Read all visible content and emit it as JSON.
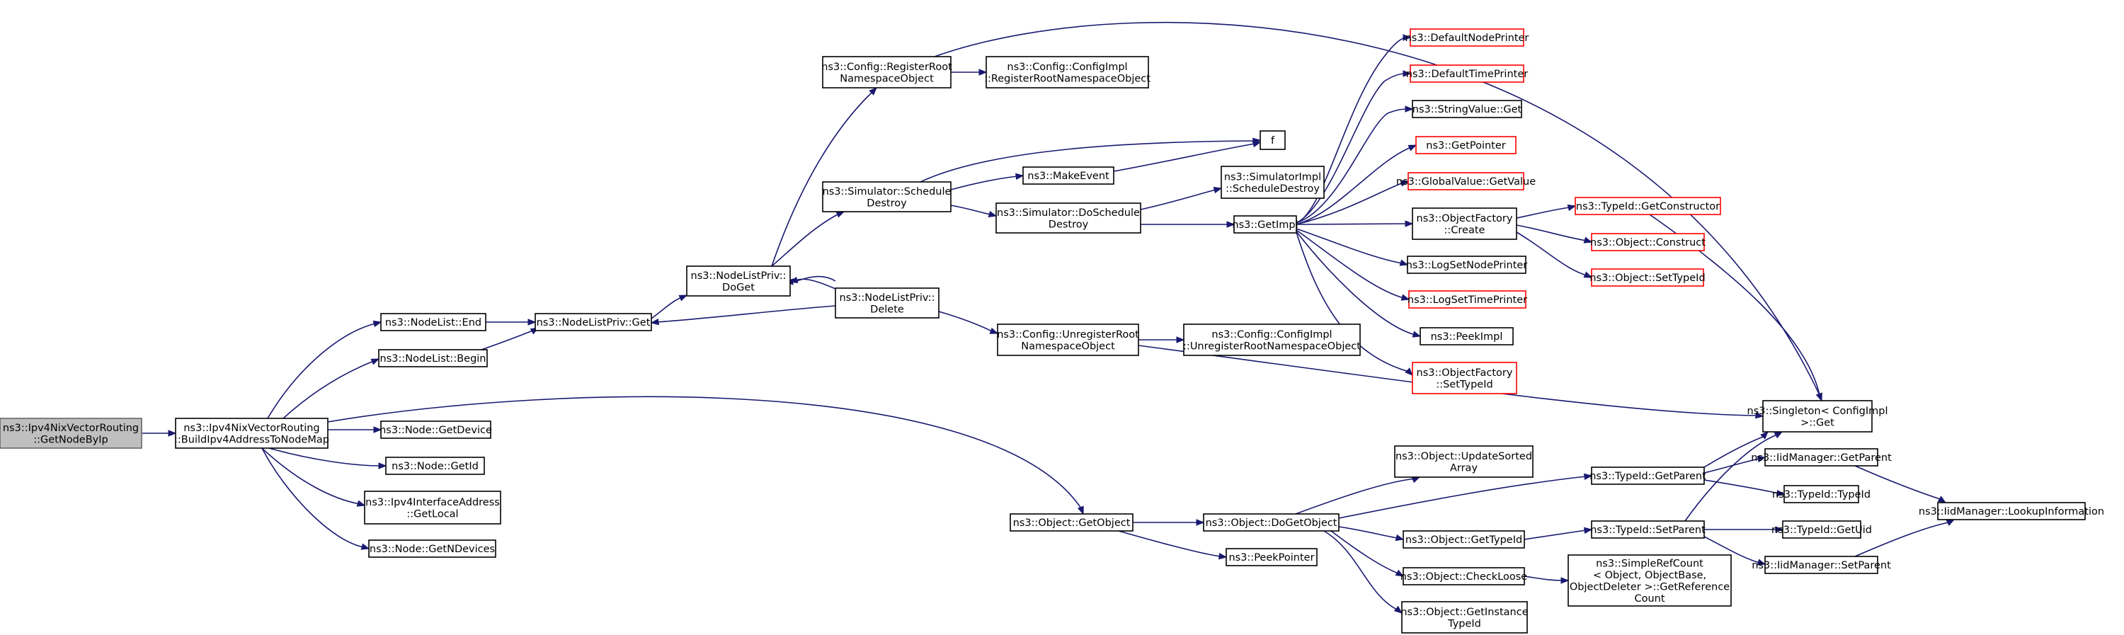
{
  "nodes": [
    {
      "id": "root",
      "lines": [
        "ns3::Ipv4NixVectorRouting",
        "::GetNodeByIp"
      ],
      "style": "root"
    },
    {
      "id": "build",
      "lines": [
        "ns3::Ipv4NixVectorRouting",
        "::BuildIpv4AddressToNodeMap"
      ],
      "style": "normal"
    },
    {
      "id": "nl_end",
      "lines": [
        "ns3::NodeList::End"
      ],
      "style": "normal"
    },
    {
      "id": "nl_begin",
      "lines": [
        "ns3::NodeList::Begin"
      ],
      "style": "normal"
    },
    {
      "id": "node_getdevice",
      "lines": [
        "ns3::Node::GetDevice"
      ],
      "style": "normal"
    },
    {
      "id": "node_getid",
      "lines": [
        "ns3::Node::GetId"
      ],
      "style": "normal"
    },
    {
      "id": "ipv4if_getlocal",
      "lines": [
        "ns3::Ipv4InterfaceAddress",
        "::GetLocal"
      ],
      "style": "normal"
    },
    {
      "id": "node_getndevices",
      "lines": [
        "ns3::Node::GetNDevices"
      ],
      "style": "normal"
    },
    {
      "id": "nlp_get",
      "lines": [
        "ns3::NodeListPriv::Get"
      ],
      "style": "normal"
    },
    {
      "id": "nlp_doget",
      "lines": [
        "ns3::NodeListPriv::",
        "DoGet"
      ],
      "style": "normal"
    },
    {
      "id": "nlp_delete",
      "lines": [
        "ns3::NodeListPriv::",
        "Delete"
      ],
      "style": "normal"
    },
    {
      "id": "cfg_register",
      "lines": [
        "ns3::Config::RegisterRoot",
        "NamespaceObject"
      ],
      "style": "normal"
    },
    {
      "id": "cfgimpl_register",
      "lines": [
        "ns3::Config::ConfigImpl",
        "::RegisterRootNamespaceObject"
      ],
      "style": "normal"
    },
    {
      "id": "sim_schedule_destroy",
      "lines": [
        "ns3::Simulator::Schedule",
        "Destroy"
      ],
      "style": "normal"
    },
    {
      "id": "make_event",
      "lines": [
        "ns3::MakeEvent"
      ],
      "style": "normal"
    },
    {
      "id": "f",
      "lines": [
        "f"
      ],
      "style": "normal"
    },
    {
      "id": "sim_doschedule_destroy",
      "lines": [
        "ns3::Simulator::DoSchedule",
        "Destroy"
      ],
      "style": "normal"
    },
    {
      "id": "simimpl_schedule_destroy",
      "lines": [
        "ns3::SimulatorImpl",
        "::ScheduleDestroy"
      ],
      "style": "normal"
    },
    {
      "id": "getimpl",
      "lines": [
        "ns3::GetImpl"
      ],
      "style": "normal"
    },
    {
      "id": "cfg_unregister",
      "lines": [
        "ns3::Config::UnregisterRoot",
        "NamespaceObject"
      ],
      "style": "normal"
    },
    {
      "id": "cfgimpl_unregister",
      "lines": [
        "ns3::Config::ConfigImpl",
        "::UnregisterRootNamespaceObject"
      ],
      "style": "normal"
    },
    {
      "id": "default_node_printer",
      "lines": [
        "ns3::DefaultNodePrinter"
      ],
      "style": "red"
    },
    {
      "id": "default_time_printer",
      "lines": [
        "ns3::DefaultTimePrinter"
      ],
      "style": "red"
    },
    {
      "id": "stringvalue_get",
      "lines": [
        "ns3::StringValue::Get"
      ],
      "style": "normal"
    },
    {
      "id": "getpointer",
      "lines": [
        "ns3::GetPointer"
      ],
      "style": "red"
    },
    {
      "id": "globalvalue_getvalue",
      "lines": [
        "ns3::GlobalValue::GetValue"
      ],
      "style": "red"
    },
    {
      "id": "objfactory_create",
      "lines": [
        "ns3::ObjectFactory",
        "::Create"
      ],
      "style": "normal"
    },
    {
      "id": "logsetnodeprinter",
      "lines": [
        "ns3::LogSetNodePrinter"
      ],
      "style": "normal"
    },
    {
      "id": "logsettimeprinter",
      "lines": [
        "ns3::LogSetTimePrinter"
      ],
      "style": "red"
    },
    {
      "id": "peekimpl",
      "lines": [
        "ns3::PeekImpl"
      ],
      "style": "normal"
    },
    {
      "id": "objfactory_settypeid",
      "lines": [
        "ns3::ObjectFactory",
        "::SetTypeId"
      ],
      "style": "red"
    },
    {
      "id": "typeid_getconstructor",
      "lines": [
        "ns3::TypeId::GetConstructor"
      ],
      "style": "red"
    },
    {
      "id": "object_construct",
      "lines": [
        "ns3::Object::Construct"
      ],
      "style": "red"
    },
    {
      "id": "object_settypeid",
      "lines": [
        "ns3::Object::SetTypeId"
      ],
      "style": "red"
    },
    {
      "id": "singleton_get",
      "lines": [
        "ns3::Singleton< ConfigImpl",
        " >::Get"
      ],
      "style": "normal"
    },
    {
      "id": "object_getobject",
      "lines": [
        "ns3::Object::GetObject"
      ],
      "style": "normal"
    },
    {
      "id": "object_dogetobject",
      "lines": [
        "ns3::Object::DoGetObject"
      ],
      "style": "normal"
    },
    {
      "id": "peekpointer",
      "lines": [
        "ns3::PeekPointer"
      ],
      "style": "normal"
    },
    {
      "id": "object_updatesortedarray",
      "lines": [
        "ns3::Object::UpdateSorted",
        "Array"
      ],
      "style": "normal"
    },
    {
      "id": "object_gettypeid",
      "lines": [
        "ns3::Object::GetTypeId"
      ],
      "style": "normal"
    },
    {
      "id": "object_checkloose",
      "lines": [
        "ns3::Object::CheckLoose"
      ],
      "style": "normal"
    },
    {
      "id": "object_getinstancetypeid",
      "lines": [
        "ns3::Object::GetInstance",
        "TypeId"
      ],
      "style": "normal"
    },
    {
      "id": "typeid_getparent",
      "lines": [
        "ns3::TypeId::GetParent"
      ],
      "style": "normal"
    },
    {
      "id": "typeid_setparent",
      "lines": [
        "ns3::TypeId::SetParent"
      ],
      "style": "normal"
    },
    {
      "id": "simplerefcount_getrefcount",
      "lines": [
        "ns3::SimpleRefCount",
        "< Object, ObjectBase,",
        " ObjectDeleter >::GetReference",
        "Count"
      ],
      "style": "normal"
    },
    {
      "id": "iidmanager_getparent",
      "lines": [
        "ns3::IidManager::GetParent"
      ],
      "style": "normal"
    },
    {
      "id": "typeid_typeid",
      "lines": [
        "ns3::TypeId::TypeId"
      ],
      "style": "normal"
    },
    {
      "id": "typeid_getuid",
      "lines": [
        "ns3::TypeId::GetUid"
      ],
      "style": "normal"
    },
    {
      "id": "iidmanager_setparent",
      "lines": [
        "ns3::IidManager::SetParent"
      ],
      "style": "normal"
    },
    {
      "id": "iidmanager_lookupinformation",
      "lines": [
        "ns3::IidManager::LookupInformation"
      ],
      "style": "normal"
    }
  ]
}
